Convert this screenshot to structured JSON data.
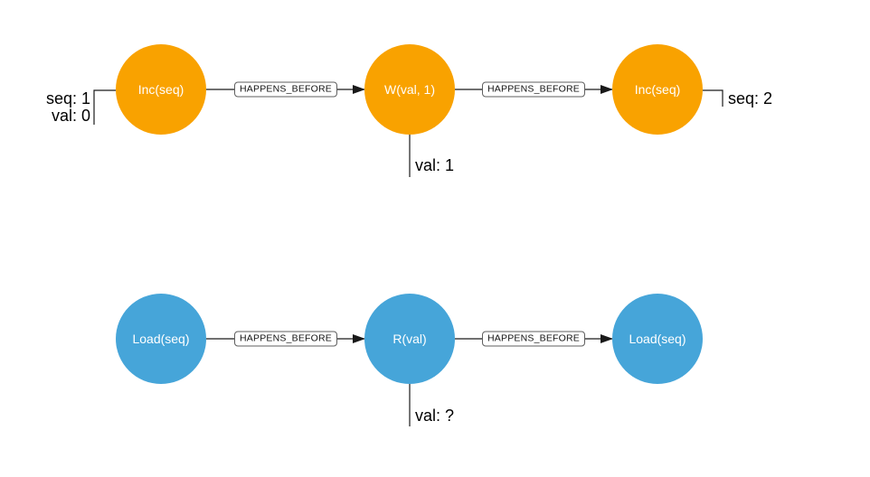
{
  "colors": {
    "writer_node": "#F9A200",
    "reader_node": "#46A5D9",
    "node_text": "#FFFFFF",
    "line": "#1A1A1A",
    "edge_label_border": "#5F5F5F",
    "edge_label_bg": "#FFFFFF",
    "annotation_text": "#000000",
    "background": "#FFFFFF"
  },
  "nodes": {
    "inc_first": "Inc(seq)",
    "write": "W(val, 1)",
    "inc_second": "Inc(seq)",
    "load_first": "Load(seq)",
    "read": "R(val)",
    "load_second": "Load(seq)"
  },
  "edges": {
    "label": "HAPPENS_BEFORE"
  },
  "annotations": {
    "initial_seq": "seq: 1",
    "initial_val": "val: 0",
    "final_seq": "seq: 2",
    "write_val": "val: 1",
    "read_val": "val: ?"
  }
}
